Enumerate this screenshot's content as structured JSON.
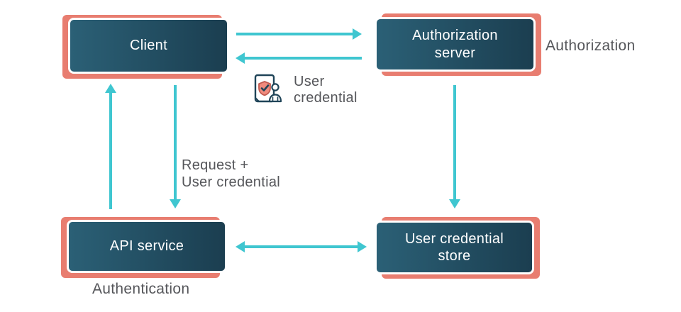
{
  "nodes": {
    "client": {
      "label": "Client"
    },
    "auth_server": {
      "label": "Authorization\nserver"
    },
    "api_service": {
      "label": "API service"
    },
    "cred_store": {
      "label": "User credential\nstore"
    }
  },
  "annotations": {
    "authorization": "Authorization",
    "authentication": "Authentication",
    "user_credential": "User\ncredential",
    "request": "Request +\nUser credential"
  },
  "edges": [
    {
      "from": "client",
      "to": "auth_server",
      "direction": "right"
    },
    {
      "from": "auth_server",
      "to": "client",
      "direction": "left"
    },
    {
      "from": "api_service",
      "to": "client",
      "direction": "up"
    },
    {
      "from": "client",
      "to": "api_service",
      "direction": "down"
    },
    {
      "from": "auth_server",
      "to": "cred_store",
      "direction": "down"
    },
    {
      "from": "api_service",
      "to": "cred_store",
      "direction": "both"
    }
  ],
  "icons": {
    "user_credential_icon": "document-shield-user"
  },
  "colors": {
    "background": "#ffffff",
    "box_gradient_start": "#2b6076",
    "box_gradient_end": "#1b3e50",
    "box_border": "#ffffff",
    "coral_accent": "#e87d70",
    "arrow": "#3fc6d0",
    "annotation_text": "#55565a",
    "node_text": "#ffffff",
    "icon_outline": "#1f4458",
    "icon_shield": "#f08a7d"
  }
}
